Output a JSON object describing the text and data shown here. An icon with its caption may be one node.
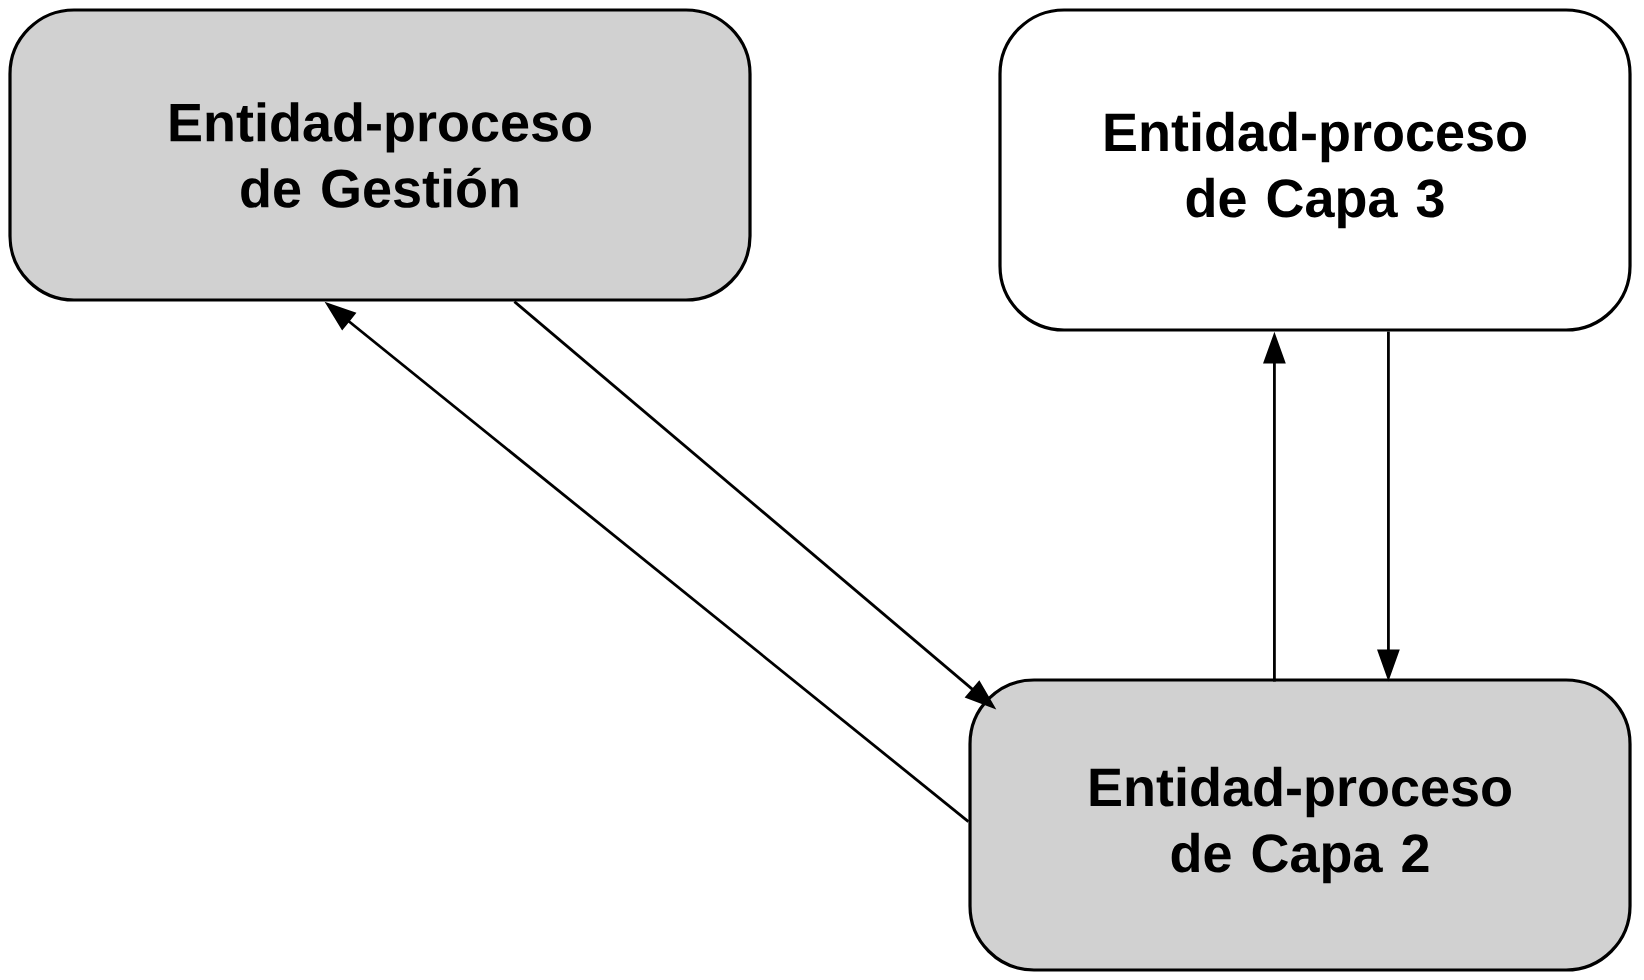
{
  "diagram": {
    "nodes": [
      {
        "text": [
          "Entidad-proceso de Gestión"
        ]
      },
      {
        "text": [
          "Entidad-proceso de Capa 3"
        ]
      },
      {
        "text": [
          "Entidad-proceso de Capa 2"
        ]
      }
    ],
    "edges": [
      {
        "from": 0,
        "to": 2,
        "arrow": "to"
      },
      {
        "from": 2,
        "to": 0,
        "arrow": "to"
      },
      {
        "from": 2,
        "to": 1,
        "arrow": "to"
      },
      {
        "from": 1,
        "to": 2,
        "arrow": "to"
      }
    ]
  }
}
